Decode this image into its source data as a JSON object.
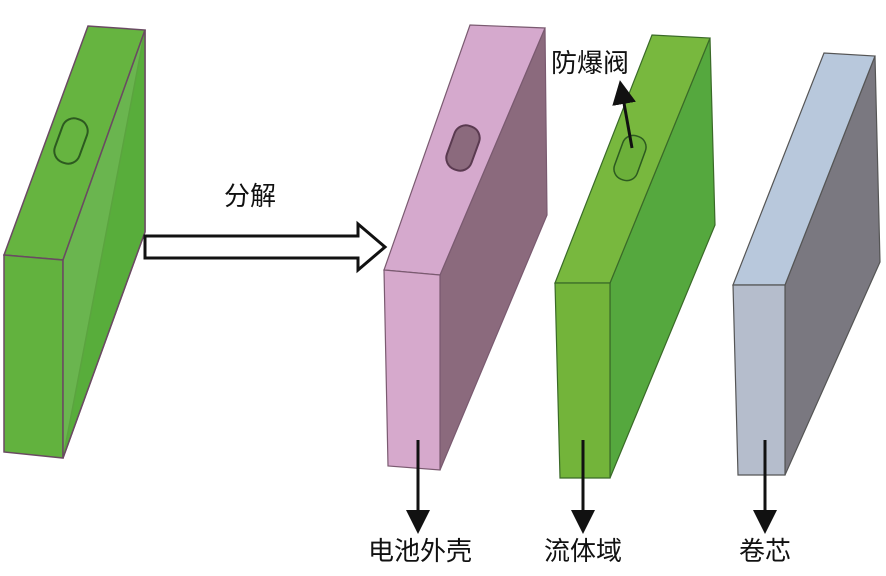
{
  "labels": {
    "decompose": "分解",
    "shell": "电池外壳",
    "fluid_domain": "流体域",
    "core": "卷芯",
    "valve": "防爆阀"
  },
  "colors": {
    "green": "#6cb43c",
    "green_dark": "#4fa23a",
    "pink": "#d6a9cc",
    "pink_side": "#8b6a7d",
    "blue": "#b8c6da",
    "gray_side": "#7a7880"
  }
}
